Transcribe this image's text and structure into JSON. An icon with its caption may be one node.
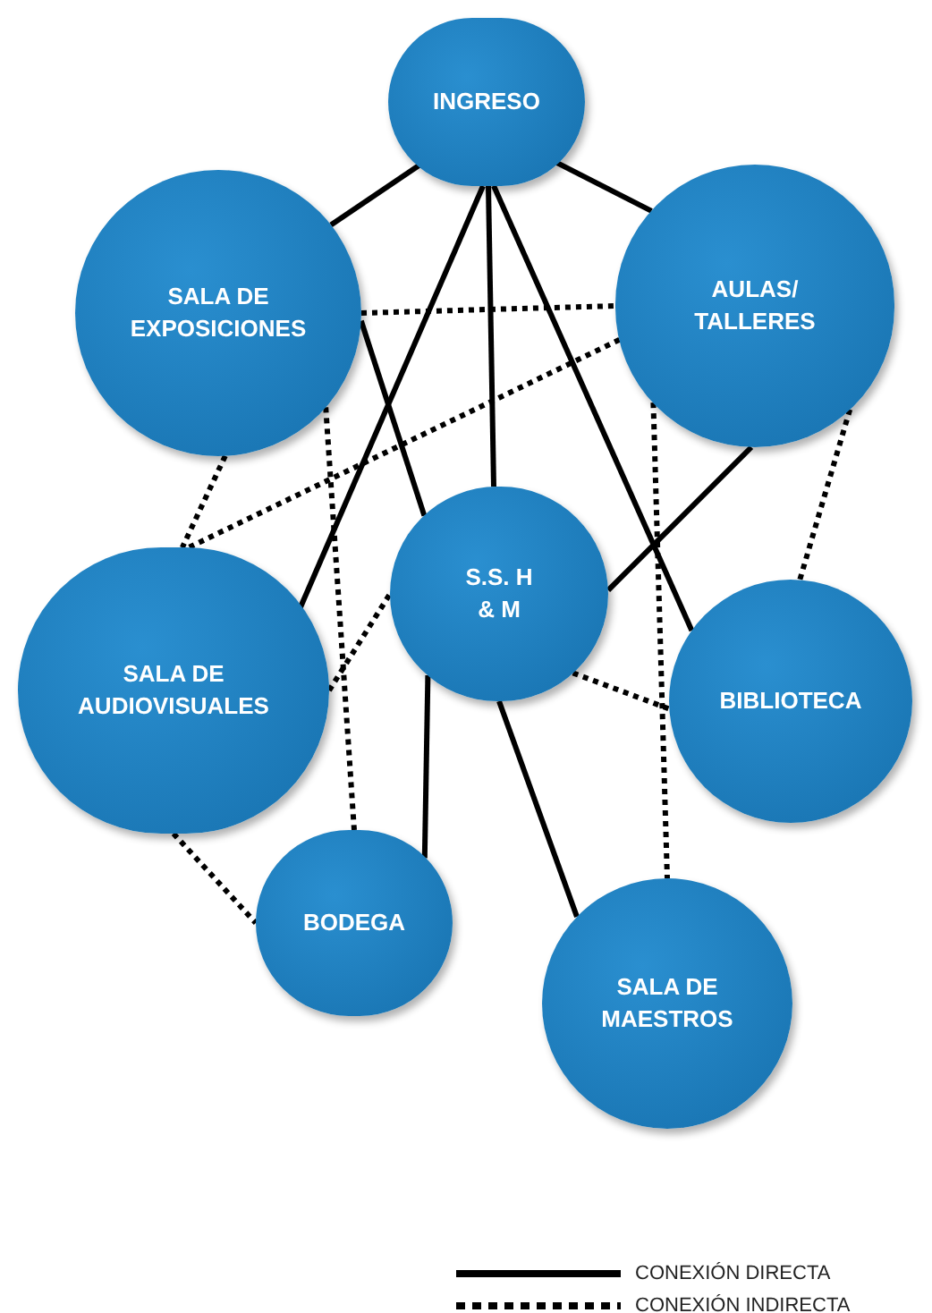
{
  "diagram": {
    "nodes": [
      {
        "text": [
          "INGRESO"
        ]
      },
      {
        "text": [
          "SALA DE EXPOSICIONES"
        ]
      },
      {
        "text": [
          "AULAS/ TALLERES"
        ]
      },
      {
        "text": [
          "S.S. H & M"
        ]
      },
      {
        "text": [
          "SALA DE AUDIOVISUALES"
        ]
      },
      {
        "text": [
          "BIBLIOTECA"
        ]
      },
      {
        "text": [
          "BODEGA"
        ]
      },
      {
        "text": [
          "SALA DE MAESTROS"
        ]
      }
    ],
    "edges": [
      {
        "from": 0,
        "to": 1,
        "arrow": "none"
      },
      {
        "from": 0,
        "to": 2,
        "arrow": "none"
      },
      {
        "from": 0,
        "to": 3,
        "arrow": "none"
      },
      {
        "from": 0,
        "to": 4,
        "arrow": "none"
      },
      {
        "from": 0,
        "to": 5,
        "arrow": "none"
      },
      {
        "from": 1,
        "to": 3,
        "arrow": "none"
      },
      {
        "from": 2,
        "to": 3,
        "arrow": "none"
      },
      {
        "from": 3,
        "to": 6,
        "arrow": "none"
      },
      {
        "from": 3,
        "to": 7,
        "arrow": "none"
      },
      {
        "from": 1,
        "to": 2,
        "arrow": "none",
        "style": "dashed"
      },
      {
        "from": 2,
        "to": 4,
        "arrow": "none",
        "style": "dashed"
      },
      {
        "from": 1,
        "to": 4,
        "arrow": "none",
        "style": "dashed"
      },
      {
        "from": 1,
        "to": 6,
        "arrow": "none",
        "style": "dashed"
      },
      {
        "from": 4,
        "to": 3,
        "arrow": "none",
        "style": "dashed"
      },
      {
        "from": 2,
        "to": 7,
        "arrow": "none",
        "style": "dashed"
      },
      {
        "from": 2,
        "to": 5,
        "arrow": "none",
        "style": "dashed"
      },
      {
        "from": 3,
        "to": 5,
        "arrow": "none",
        "style": "dashed"
      },
      {
        "from": 4,
        "to": 6,
        "arrow": "none",
        "style": "dashed"
      }
    ],
    "legend": [
      {
        "text": "CONEXIÓN DIRECTA"
      },
      {
        "text": "CONEXIÓN INDIRECTA"
      }
    ]
  }
}
